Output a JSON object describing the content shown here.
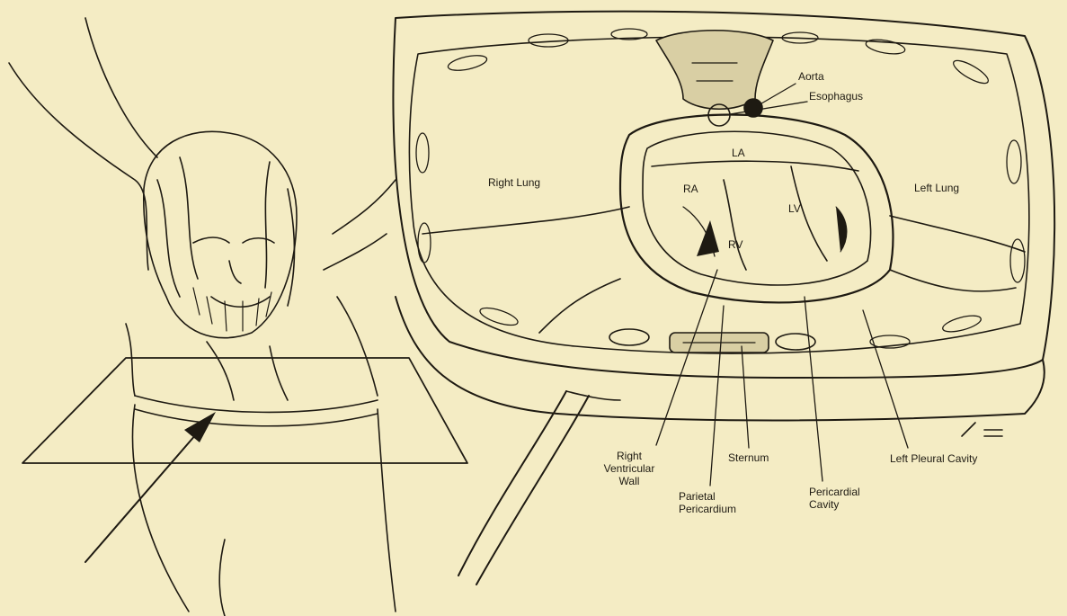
{
  "labels": {
    "aorta": "Aorta",
    "esophagus": "Esophagus",
    "la": "LA",
    "ra": "RA",
    "lv": "LV",
    "rv": "RV",
    "right_lung": "Right Lung",
    "left_lung": "Left Lung",
    "right_ventricular_wall": "Right\nVentricular\nWall",
    "sternum": "Sternum",
    "parietal_pericardium": "Parietal\nPericardium",
    "pericardial_cavity": "Pericardial\nCavity",
    "left_pleural_cavity": "Left Pleural Cavity"
  },
  "colors": {
    "paper": "#f4ecc4",
    "ink": "#1e1a12"
  }
}
